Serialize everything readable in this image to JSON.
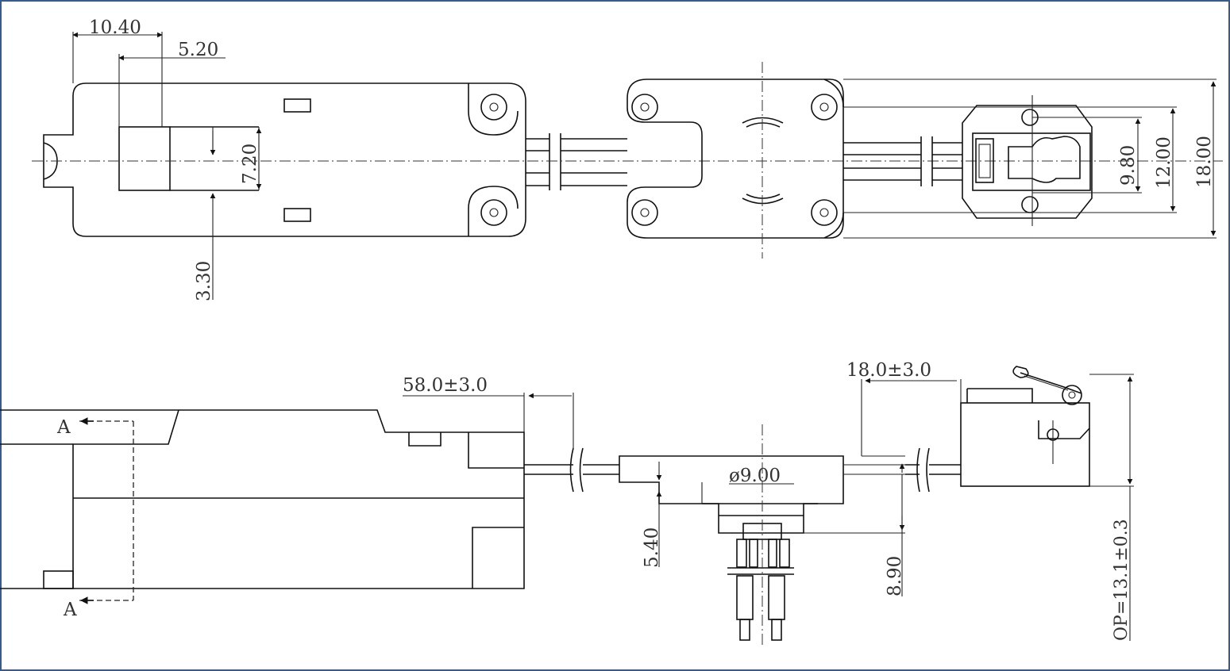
{
  "dimensions": {
    "d_10_40": "10.40",
    "d_5_20": "5.20",
    "d_7_20": "7.20",
    "d_3_30": "3.30",
    "d_9_80": "9.80",
    "d_12_00": "12.00",
    "d_18_00": "18.00",
    "d_58": "58.0±3.0",
    "d_18_tol": "18.0±3.0",
    "d_dia": "ø9.00",
    "d_5_40": "5.40",
    "d_8_90": "8.90",
    "d_op": "OP=13.1±0.3"
  },
  "section_marks": {
    "top": "A",
    "bottom": "A"
  }
}
